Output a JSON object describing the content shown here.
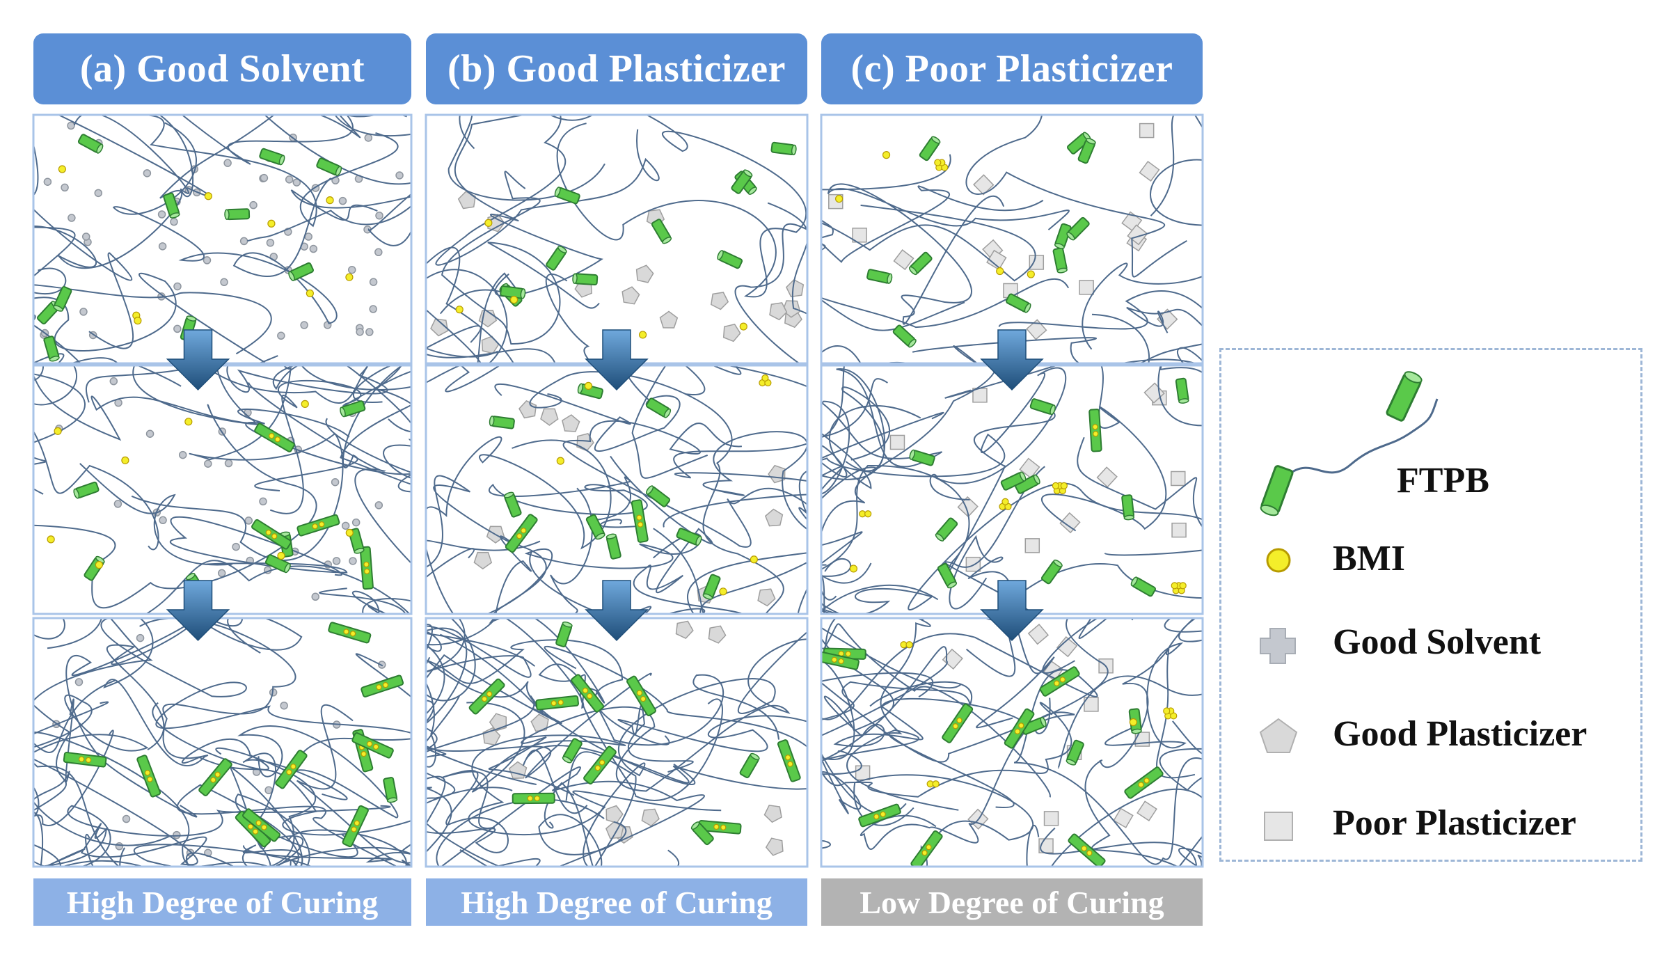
{
  "columns": [
    {
      "id": "a",
      "title": "(a) Good Solvent",
      "footer": "High Degree of Curing",
      "header_color": "#5b8fd6",
      "footer_color": "#8db1e6",
      "particle": "good-solvent",
      "particle_count": [
        60,
        30,
        14
      ]
    },
    {
      "id": "b",
      "title": "(b) Good Plasticizer",
      "footer": "High Degree of Curing",
      "header_color": "#5b8fd6",
      "footer_color": "#8db1e6",
      "particle": "good-plasticizer",
      "particle_count": [
        16,
        10,
        12
      ]
    },
    {
      "id": "c",
      "title": "(c) Poor Plasticizer",
      "footer": "Low Degree of Curing",
      "header_color": "#5b8fd6",
      "footer_color": "#b3b3b3",
      "particle": "poor-plasticizer",
      "particle_count": [
        16,
        12,
        14
      ]
    }
  ],
  "legend": {
    "items": [
      {
        "label": "FTPB",
        "icon": "ftpb-chain-icon"
      },
      {
        "label": "BMI",
        "icon": "bmi-dot-icon"
      },
      {
        "label": "Good Solvent",
        "icon": "good-solvent-icon"
      },
      {
        "label": "Good Plasticizer",
        "icon": "good-plasticizer-icon"
      },
      {
        "label": "Poor Plasticizer",
        "icon": "poor-plasticizer-icon"
      }
    ]
  },
  "colors": {
    "chain": "#4e6a8c",
    "ftpb_fill": "#5ac94a",
    "ftpb_stroke": "#2e7d32",
    "bmi_fill": "#f4ee2a",
    "bmi_stroke": "#b79b00",
    "good_solvent": "#c4c8cf",
    "plasticizer_fill": "#d9d9d9",
    "plasticizer_stroke": "#9e9e9e",
    "arrow_top": "#6fa8dc",
    "arrow_bottom": "#1f4e79",
    "panel_border": "#a9c4e8"
  },
  "stages": 3
}
